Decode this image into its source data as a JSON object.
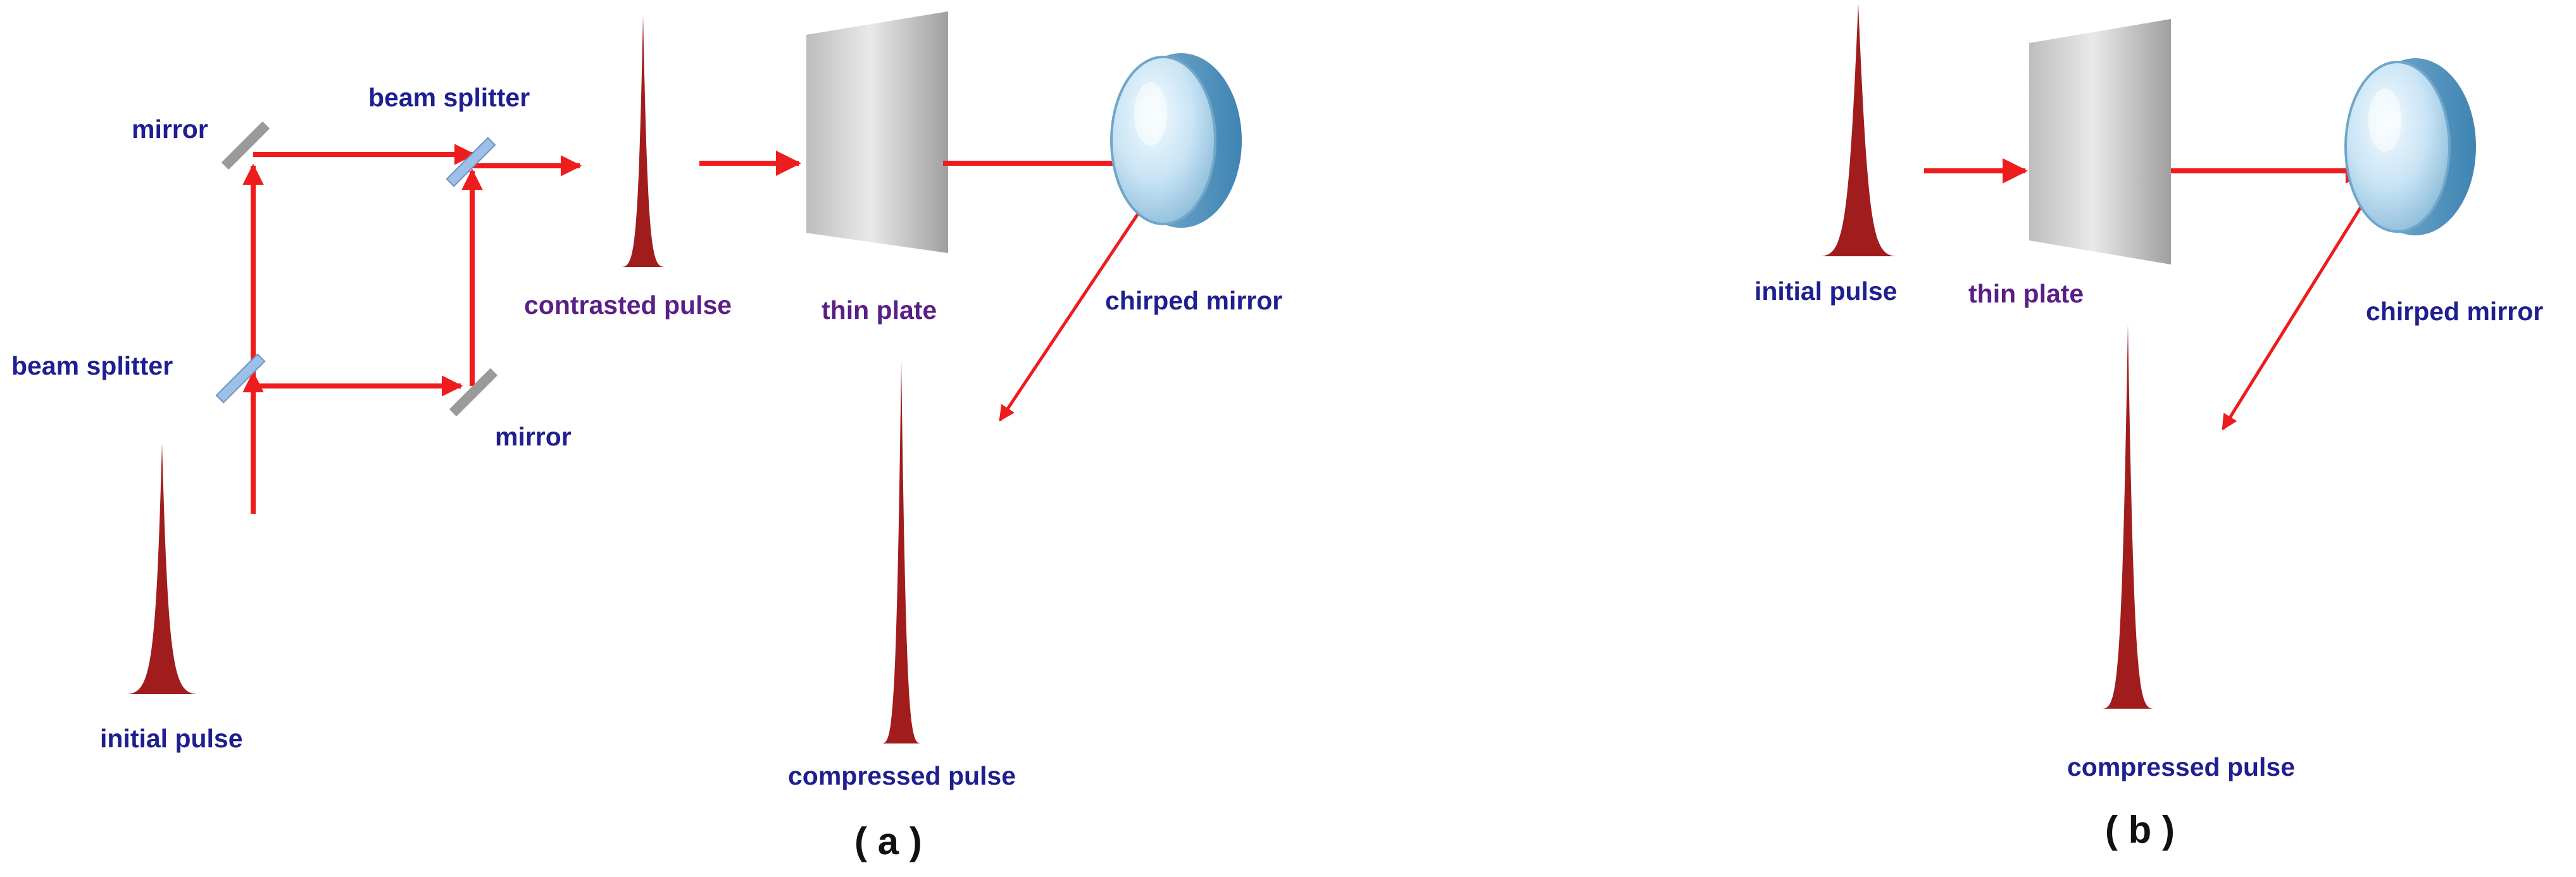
{
  "panel_a": {
    "label": "( a )",
    "mirror_top": "mirror",
    "beam_splitter_top": "beam splitter",
    "beam_splitter_left": "beam splitter",
    "mirror_bottom": "mirror",
    "initial_pulse": "initial pulse",
    "contrasted_pulse": "contrasted pulse",
    "thin_plate": "thin plate",
    "chirped_mirror": "chirped mirror",
    "compressed_pulse": "compressed pulse"
  },
  "panel_b": {
    "label": "( b )",
    "initial_pulse": "initial pulse",
    "thin_plate": "thin plate",
    "chirped_mirror": "chirped mirror",
    "compressed_pulse": "compressed pulse"
  },
  "colors": {
    "beam": "#ee1c1c",
    "pulse": "#a11d1d",
    "label_blue": "#1f1f8f",
    "label_purple": "#5a1f86",
    "splitter": "#9cc0e8",
    "mirror": "#9a9a9a"
  }
}
